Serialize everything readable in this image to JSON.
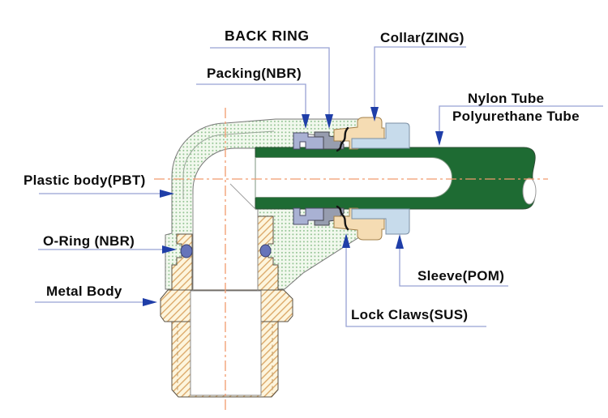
{
  "figure": {
    "description": "Cross-section diagram of a 90-degree elbow push-to-connect pneumatic tube fitting with labeled components",
    "labels": {
      "back_ring": "BACK RING",
      "packing": "Packing(NBR)",
      "collar": "Collar(ZING)",
      "nylon_tube": "Nylon Tube",
      "polyurethane_tube": "Polyurethane Tube",
      "plastic_body": "Plastic body(PBT)",
      "o_ring": "O-Ring (NBR)",
      "metal_body": "Metal Body",
      "sleeve": "Sleeve(POM)",
      "lock_claws": "Lock Claws(SUS)"
    },
    "colors": {
      "tube_green": "#1e6b33",
      "tube_outline": "#2f4f36",
      "plastic_bg": "#f1f8ed",
      "plastic_dot": "#94c494",
      "metal_bg": "#fdf5dd",
      "metal_hatch": "#dcaa6b",
      "collar": "#f5dcb3",
      "sleeve": "#c7dbeb",
      "packing": "#a9b1d3",
      "back_ring": "#979daf",
      "o_ring": "#6674ba",
      "leader": "#98a2d4",
      "arrow": "#1f3ea8",
      "centerline": "#f19a6d"
    }
  }
}
